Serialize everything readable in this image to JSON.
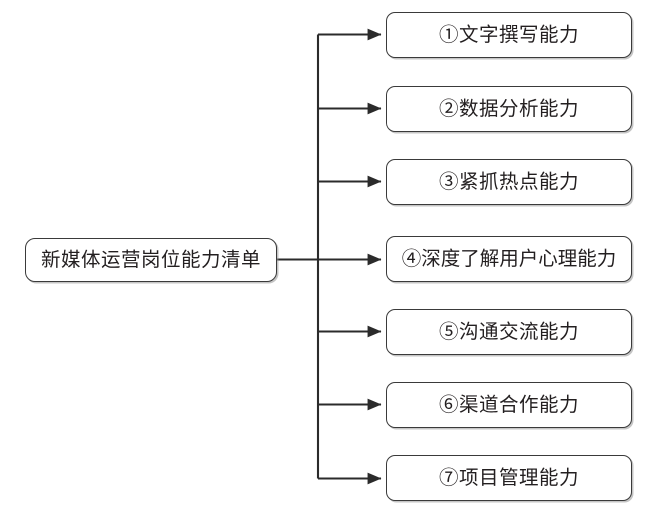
{
  "diagram": {
    "type": "tree-mindmap",
    "orientation": "left-to-right",
    "root": {
      "label": "新媒体运营岗位能力清单"
    },
    "items": [
      {
        "label": "①文字撰写能力"
      },
      {
        "label": "②数据分析能力"
      },
      {
        "label": "③紧抓热点能力"
      },
      {
        "label": "④深度了解用户心理能力"
      },
      {
        "label": "⑤沟通交流能力"
      },
      {
        "label": "⑥渠道合作能力"
      },
      {
        "label": "⑦项目管理能力"
      }
    ],
    "colors": {
      "background": "#ffffff",
      "box_border": "#3a3a3a",
      "box_fill": "#ffffff",
      "text": "#231f20",
      "connector": "#2b2b2b",
      "shadow": "#969696"
    }
  }
}
